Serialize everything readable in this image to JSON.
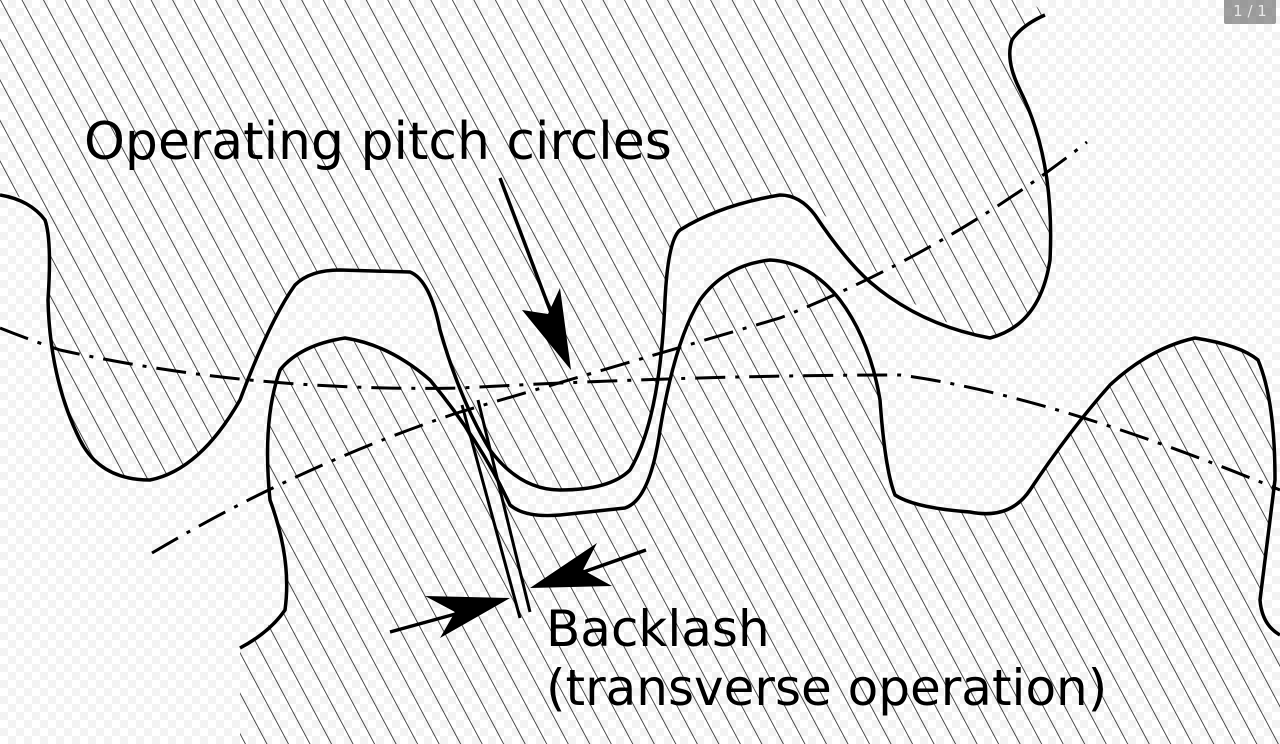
{
  "labels": {
    "pitch_circles": "Operating pitch circles",
    "backlash_line1": "Backlash",
    "backlash_line2": "(transverse operation)"
  },
  "viewer": {
    "page_counter": "1 / 1"
  },
  "colors": {
    "ink": "#000000",
    "hatch": "#222222",
    "background": "#ffffff"
  }
}
